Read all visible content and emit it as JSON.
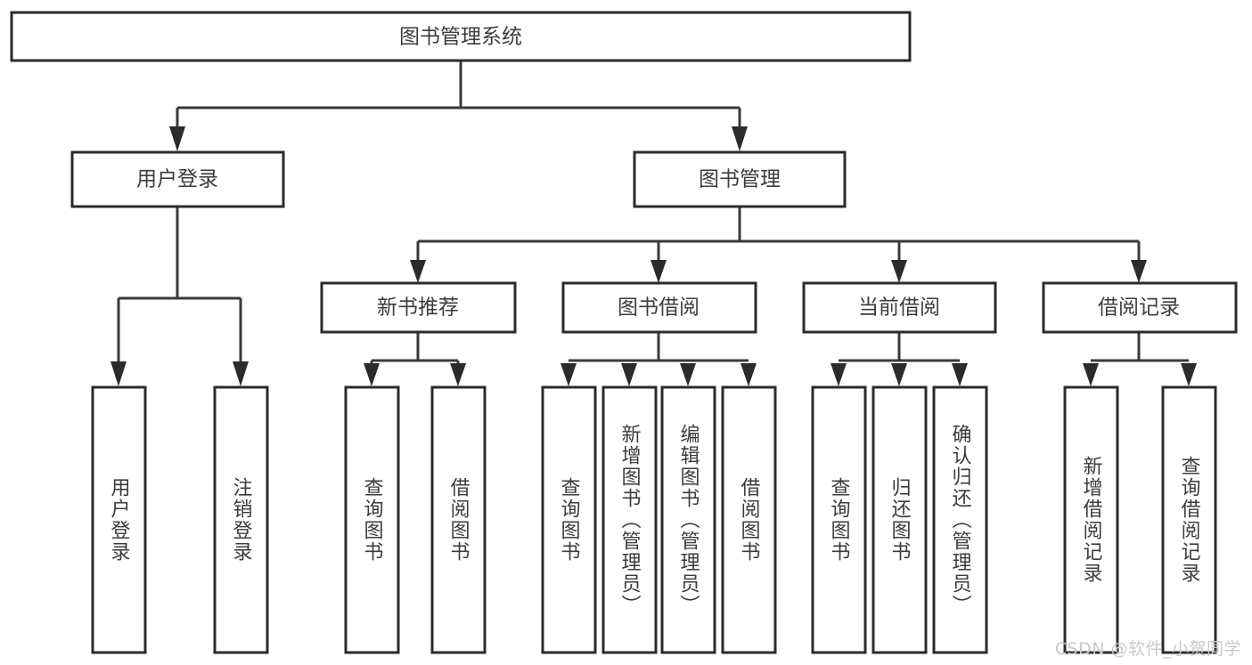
{
  "diagram": {
    "type": "hierarchy-tree",
    "title_node": "图书管理系统",
    "background_color": "#ffffff",
    "box_stroke_color": "#2b2b2b",
    "connector_color": "#3a3a3a",
    "text_color": "#3c3c3c",
    "levels": 4,
    "root": {
      "label": "图书管理系统"
    },
    "level2": [
      {
        "label": "用户登录"
      },
      {
        "label": "图书管理"
      }
    ],
    "level3": [
      {
        "label": "新书推荐"
      },
      {
        "label": "图书借阅"
      },
      {
        "label": "当前借阅"
      },
      {
        "label": "借阅记录"
      }
    ],
    "leaves": {
      "user_login": [
        {
          "label": "用户登录"
        },
        {
          "label": "注销登录"
        }
      ],
      "new_book_recommend": [
        {
          "label": "查询图书"
        },
        {
          "label": "借阅图书"
        }
      ],
      "book_borrow": [
        {
          "label": "查询图书"
        },
        {
          "label": "新增图书（管理员）"
        },
        {
          "label": "编辑图书（管理员）"
        },
        {
          "label": "借阅图书"
        }
      ],
      "current_borrow": [
        {
          "label": "查询图书"
        },
        {
          "label": "归还图书"
        },
        {
          "label": "确认归还（管理员）"
        }
      ],
      "borrow_record": [
        {
          "label": "新增借阅记录"
        },
        {
          "label": "查询借阅记录"
        }
      ]
    }
  },
  "watermark": {
    "text": "CSDN @软件_小贺同学"
  }
}
